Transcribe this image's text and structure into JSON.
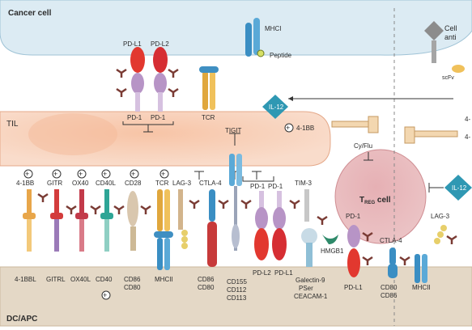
{
  "compartments": {
    "cancer_cell": "Cancer cell",
    "til": "TIL",
    "dc_apc": "DC/APC",
    "treg": "T",
    "treg_sub": "REG",
    "treg_suffix": " cell",
    "cell_antigen": [
      "Cell",
      "anti"
    ]
  },
  "cancer_side": {
    "pdl1": "PD-L1",
    "pdl2": "PD-L2",
    "mhci": "MHCI",
    "peptide": "Peptide",
    "scfv": "scFv"
  },
  "til_side": {
    "pd1_a": "PD-1",
    "pd1_b": "PD-1",
    "tcr": "TCR",
    "il12": "IL-12",
    "il12_right": "IL-12",
    "cy_flu": "Cy/Flu",
    "receptor_4_1bb_right": "4-1BB",
    "partial_4": [
      "4-",
      "4-"
    ]
  },
  "top_receptors": [
    "4-1BB",
    "GITR",
    "OX40",
    "CD40L",
    "CD28",
    "TCR",
    "LAG-3",
    "CTLA-4",
    "TIGIT",
    "PD-1",
    "PD-1",
    "TIM-3"
  ],
  "bottom_ligands": {
    "l_4_1bbl": "4-1BBL",
    "gitrl": "GITRL",
    "ox40l": "OX40L",
    "cd40": "CD40",
    "cd86_cd80_a": [
      "CD86",
      "CD80"
    ],
    "mhcii": "MHCII",
    "cd86_cd80_b": [
      "CD86",
      "CD80"
    ],
    "cd155": [
      "CD155",
      "CD112",
      "CD113"
    ],
    "pdl2_b": "PD-L2",
    "pdl1_b": "PD-L1",
    "galectin": [
      "Galectin-9",
      "PSer",
      "CEACAM-1"
    ],
    "hmgb1": "HMGB1"
  },
  "treg_side": {
    "pd1": "PD-1",
    "ctla4": "CTLA-4",
    "lag3": "LAG-3",
    "pdl1": "PD-L1",
    "cd80_cd86": [
      "CD80",
      "CD86"
    ],
    "mhcii": "MHCII"
  },
  "symbols": {
    "plus": "+"
  },
  "colors": {
    "cancer_bg": "#dcebf3",
    "til_bg": "#f8d9c6",
    "dc_bg": "#e4d8c6",
    "treg_bg": "#e9bcbf",
    "il12": "#2f98b3"
  }
}
